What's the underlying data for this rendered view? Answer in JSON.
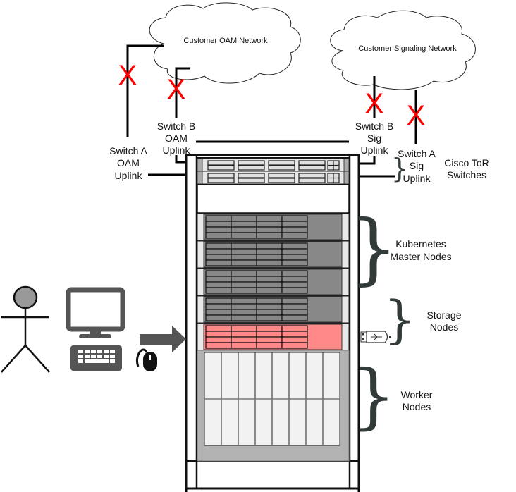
{
  "networks": {
    "oam": {
      "label": "Customer OAM Network"
    },
    "signaling": {
      "label": "Customer Signaling Network"
    }
  },
  "uplinks": {
    "switch_a_oam": [
      "Switch A",
      "OAM",
      "Uplink"
    ],
    "switch_b_oam": [
      "Switch B",
      "OAM",
      "Uplink"
    ],
    "switch_b_sig": [
      "Switch B",
      "Sig",
      "Uplink"
    ],
    "switch_a_sig": [
      "Switch A",
      "Sig",
      "Uplink"
    ]
  },
  "disconnect_mark": "X",
  "groups": {
    "tor": [
      "Cisco ToR",
      "Switches"
    ],
    "master": [
      "Kubernetes",
      "Master Nodes"
    ],
    "storage": [
      "Storage",
      "Nodes"
    ],
    "worker": [
      "Worker",
      "Nodes"
    ]
  },
  "brace_glyph": "}",
  "colors": {
    "disconnect": "#ff0000",
    "master_node": "#888888",
    "storage_node": "#ff8888",
    "worker_chassis": "#b3b3b3",
    "icon_gray": "#555555"
  }
}
